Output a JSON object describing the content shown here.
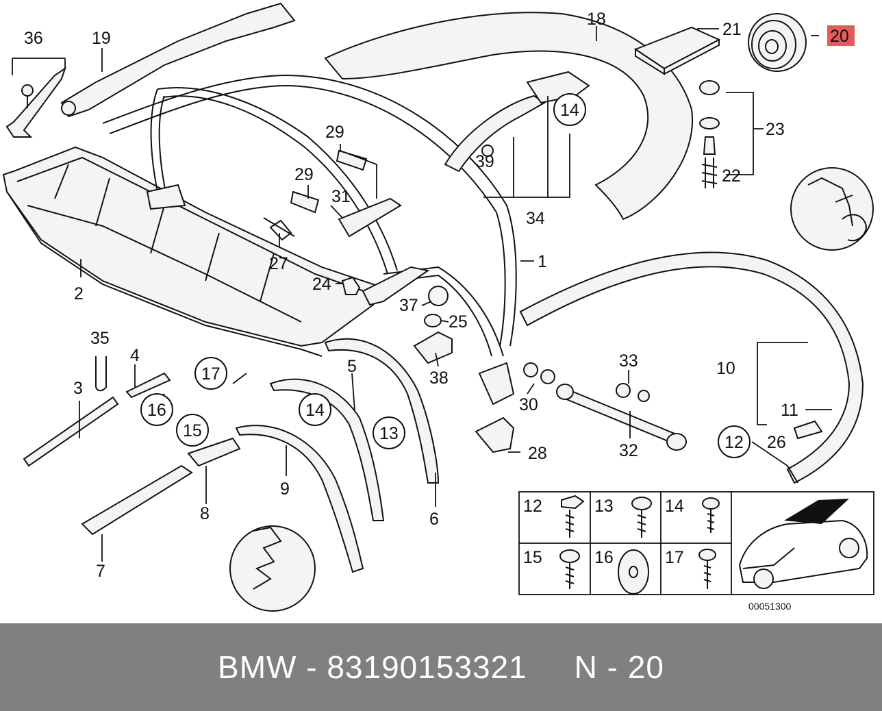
{
  "diagram": {
    "callouts": {
      "c1": "1",
      "c2": "2",
      "c3": "3",
      "c4": "4",
      "c5": "5",
      "c6": "6",
      "c7": "7",
      "c8": "8",
      "c9": "9",
      "c10": "10",
      "c11": "11",
      "c12": "12",
      "c13": "13",
      "c14": "14",
      "c14b": "14",
      "c15": "15",
      "c16": "16",
      "c17": "17",
      "c18": "18",
      "c19": "19",
      "c20": "20",
      "c21": "21",
      "c22": "22",
      "c23": "23",
      "c24": "24",
      "c25": "25",
      "c26": "26",
      "c27": "27",
      "c28": "28",
      "c29a": "29",
      "c29b": "29",
      "c30": "30",
      "c31": "31",
      "c32": "32",
      "c33": "33",
      "c34": "34",
      "c35": "35",
      "c36": "36",
      "c37": "37",
      "c38": "38",
      "c39": "39"
    },
    "highlight_color": "#e85a5a",
    "screw_table": {
      "cells": [
        "12",
        "13",
        "14",
        "15",
        "16",
        "17"
      ]
    },
    "drawing_number": "00051300"
  },
  "footer": {
    "brand": "BMW",
    "separator": " - ",
    "part_number": "83190153321",
    "gap": "     ",
    "ref_prefix": "N",
    "ref_separator": " - ",
    "ref_number": "20"
  }
}
